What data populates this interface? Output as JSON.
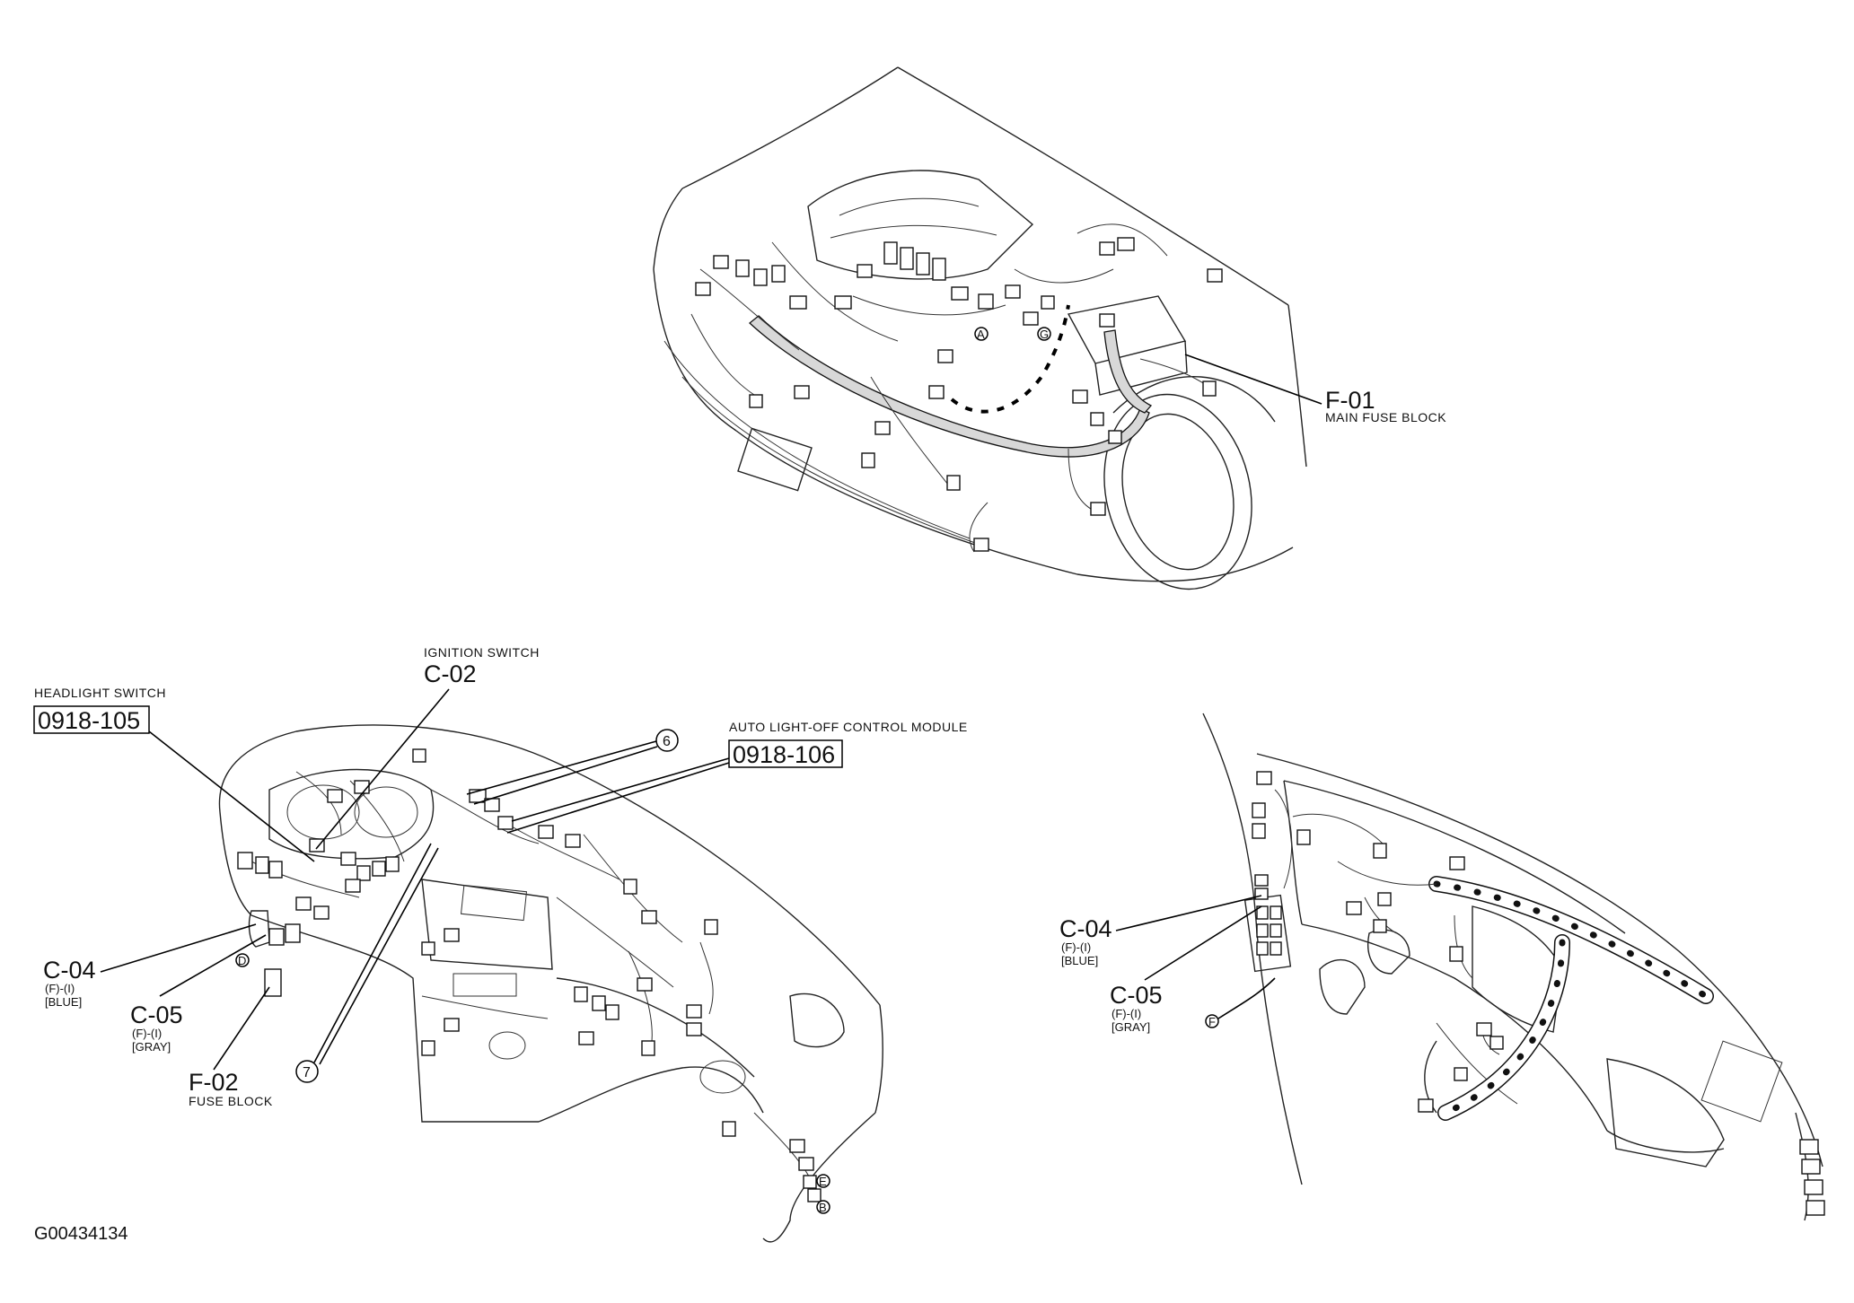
{
  "engine_view": {
    "fuse_label": {
      "code": "F-01",
      "name": "MAIN FUSE BLOCK"
    },
    "small_markers": [
      "A",
      "G"
    ]
  },
  "dash_view": {
    "headlight_switch": {
      "name": "HEADLIGHT SWITCH",
      "code": "0918-105"
    },
    "ignition_switch": {
      "name": "IGNITION SWITCH",
      "code": "C-02"
    },
    "auto_light_module": {
      "name": "AUTO LIGHT-OFF CONTROL MODULE",
      "code": "0918-106"
    },
    "c04": {
      "code": "C-04",
      "spec": "(F)-(I)",
      "color": "[BLUE]"
    },
    "c05": {
      "code": "C-05",
      "spec": "(F)-(I)",
      "color": "[GRAY]"
    },
    "f02": {
      "code": "F-02",
      "name": "FUSE BLOCK"
    },
    "circle_6": "6",
    "circle_7": "7",
    "markers": [
      "D",
      "E",
      "B"
    ]
  },
  "right_view": {
    "c04": {
      "code": "C-04",
      "spec": "(F)-(I)",
      "color": "[BLUE]"
    },
    "c05": {
      "code": "C-05",
      "spec": "(F)-(I)",
      "color": "[GRAY]"
    },
    "marker": "F"
  },
  "figure_id": "G00434134"
}
